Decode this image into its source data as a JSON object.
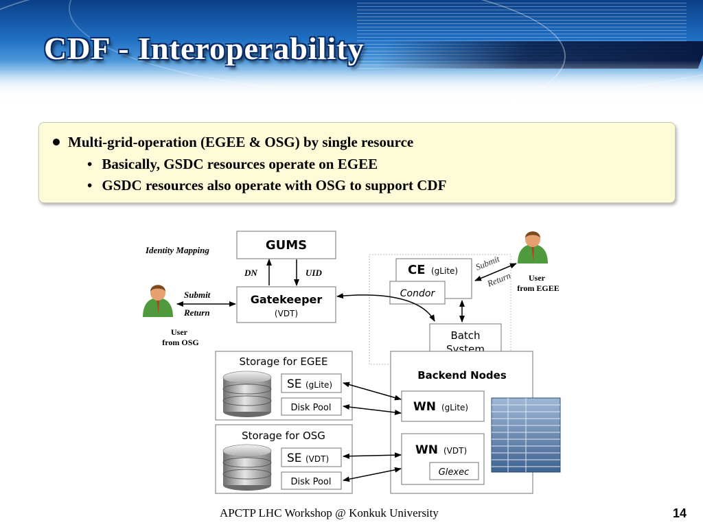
{
  "slide": {
    "title": "CDF - Interoperability",
    "bullets": {
      "main": "Multi-grid-operation (EGEE & OSG) by single resource",
      "sub": [
        "Basically, GSDC resources operate on EGEE",
        "GSDC resources also operate with OSG to support CDF"
      ],
      "sub_marker": "•"
    },
    "footer": "APCTP LHC Workshop @ Konkuk University",
    "page_number": "14"
  },
  "diagram": {
    "identity_mapping": "Identity Mapping",
    "gums": "GUMS",
    "dn": "DN",
    "uid": "UID",
    "gatekeeper": "Gatekeeper",
    "gatekeeper_sub": "(VDT)",
    "user_osg_line1": "User",
    "user_osg_line2": "from OSG",
    "submit_osg": "Submit",
    "return_osg": "Return",
    "ce": "CE",
    "ce_sub": "(gLite)",
    "condor": "Condor",
    "batch_line1": "Batch",
    "batch_line2": "System",
    "submit_egee": "Submit",
    "return_egee": "Return",
    "user_egee_line1": "User",
    "user_egee_line2": "from EGEE",
    "storage_egee": "Storage for EGEE",
    "storage_osg": "Storage for OSG",
    "se": "SE",
    "se_glite_sub": "(gLite)",
    "se_vdt_sub": "(VDT)",
    "disk_pool": "Disk Pool",
    "backend": "Backend Nodes",
    "wn": "WN",
    "wn_glite_sub": "(gLite)",
    "wn_vdt_sub": "(VDT)",
    "glexec": "Glexec"
  },
  "colors": {
    "banner_dark": "#0b3f86",
    "bullet_box_bg": "#fefbd8",
    "user_shirt": "#4f9a3c",
    "user_skin": "#e8a070",
    "server_blue": "#5a7fa8"
  },
  "icons": [
    "user-icon",
    "database-icon",
    "server-rack-icon"
  ]
}
